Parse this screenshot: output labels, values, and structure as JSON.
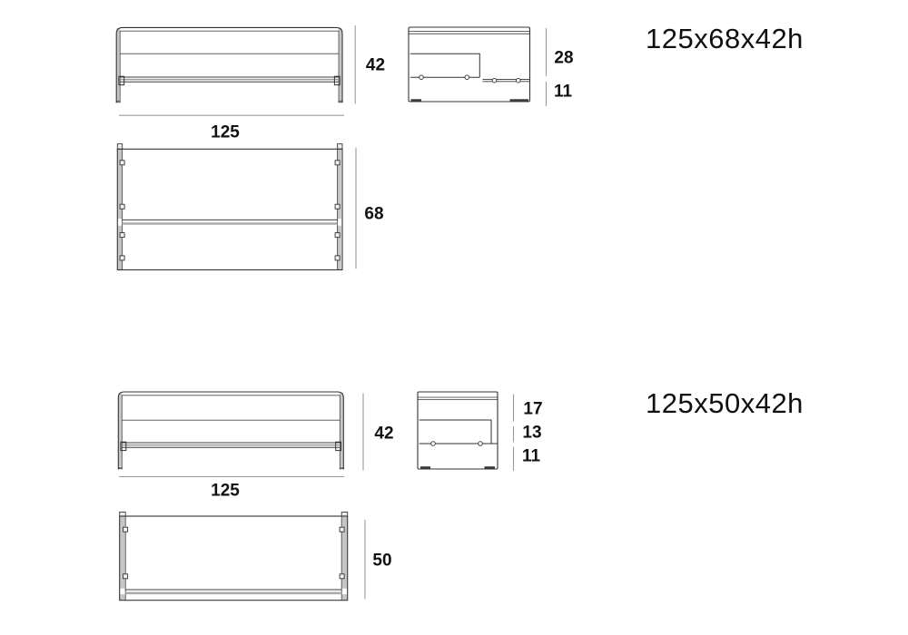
{
  "sheet": {
    "background": "#ffffff",
    "colors": {
      "drawing_line": "#333333",
      "dimension_line": "#9c9c9c",
      "leg_fill": "#c6c6c6",
      "label_text": "#101010"
    }
  },
  "products": [
    {
      "title": "125x68x42h",
      "front_view": {
        "height": "42",
        "width": "125"
      },
      "side_view": {
        "segments": [
          "28",
          "11"
        ]
      },
      "top_view": {
        "depth": "68"
      }
    },
    {
      "title": "125x50x42h",
      "front_view": {
        "height": "42",
        "width": "125"
      },
      "side_view": {
        "segments": [
          "17",
          "13",
          "11"
        ]
      },
      "top_view": {
        "depth": "50"
      }
    }
  ]
}
